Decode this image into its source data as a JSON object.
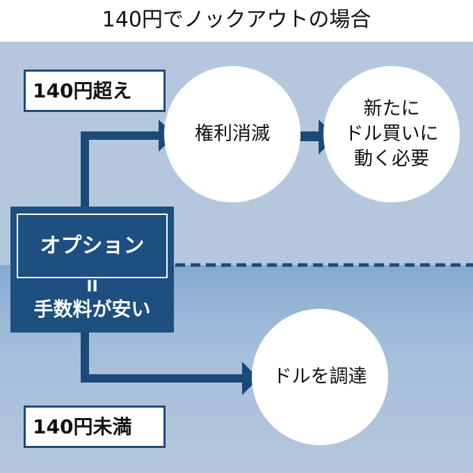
{
  "title": "140円でノックアウトの場合",
  "colors": {
    "navy": "#1c4a78",
    "background": "#b5c7dd",
    "lower_background": "#86a9d0",
    "circle": "#ffffff"
  },
  "option": {
    "label": "オプション",
    "equals": "II",
    "description": "手数料が安い"
  },
  "branches": {
    "above": {
      "condition": "140円超え",
      "result": "権利消滅",
      "next": [
        "新たに",
        "ドル買いに",
        "動く必要"
      ]
    },
    "below": {
      "condition": "140円未満",
      "result": "ドルを調達"
    }
  }
}
